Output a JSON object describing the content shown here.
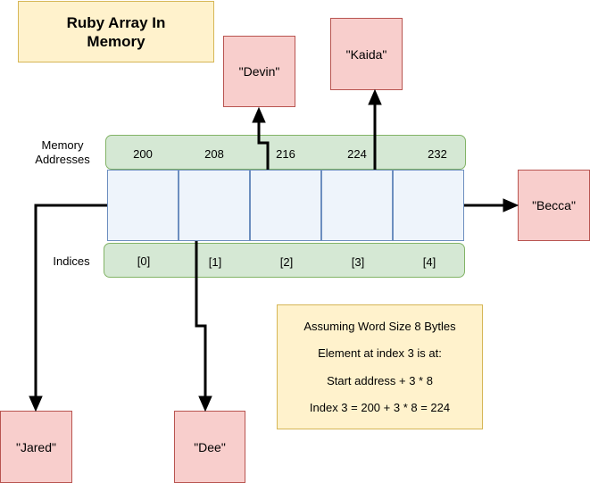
{
  "title": "Ruby Array In Memory",
  "labels": {
    "memory_addresses": "Memory Addresses",
    "indices": "Indices"
  },
  "addresses": [
    "200",
    "208",
    "216",
    "224",
    "232"
  ],
  "indices": [
    "[0]",
    "[1]",
    "[2]",
    "[3]",
    "[4]"
  ],
  "values": {
    "devin": "\"Devin\"",
    "kaida": "\"Kaida\"",
    "becca": "\"Becca\"",
    "jared": "\"Jared\"",
    "dee": "\"Dee\""
  },
  "note": {
    "line1": "Assuming Word Size 8 Bytles",
    "line2": "Element at index 3 is at:",
    "line3": "Start address + 3 * 8",
    "line4": "Index 3 = 200 + 3 * 8 = 224"
  },
  "colors": {
    "title_fill": "#fff2cc",
    "value_fill": "#f8cecc",
    "band_fill": "#d5e8d4",
    "cell_fill": "#eef4fb",
    "arrow": "#000000"
  }
}
